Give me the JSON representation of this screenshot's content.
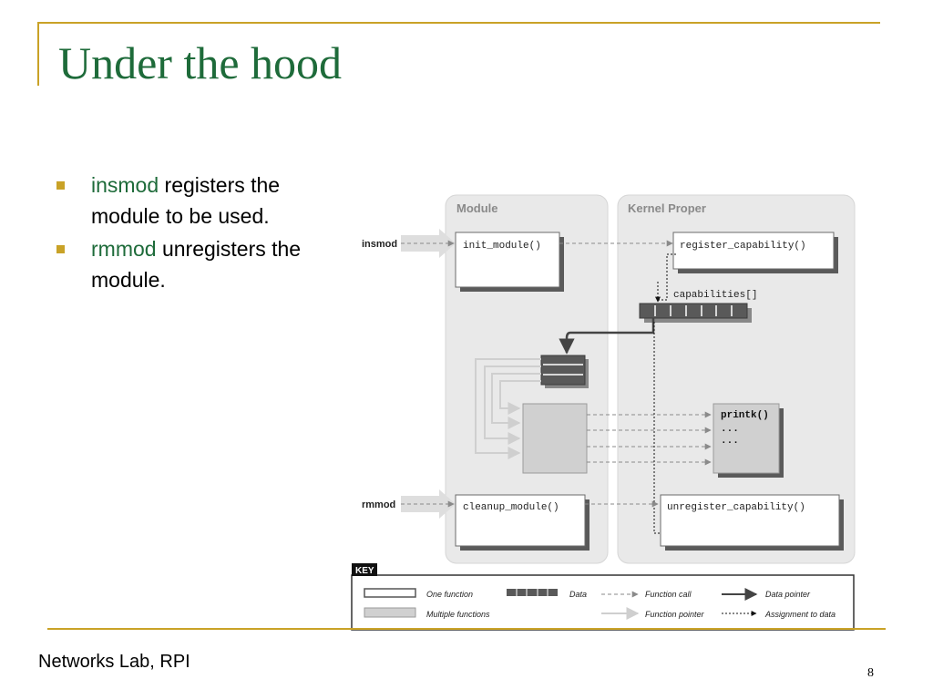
{
  "slide": {
    "title": "Under the hood",
    "footer": "Networks Lab, RPI",
    "page_number": "8"
  },
  "bullets": [
    {
      "keyword": "insmod",
      "text": " registers the module to be used."
    },
    {
      "keyword": "rmmod",
      "text": " unregisters the module."
    }
  ],
  "diagram": {
    "module_panel_label": "Module",
    "kernel_panel_label": "Kernel Proper",
    "insmod_label": "insmod",
    "rmmod_label": "rmmod",
    "init_module": "init_module()",
    "cleanup_module": "cleanup_module()",
    "register_capability": "register_capability()",
    "unregister_capability": "unregister_capability()",
    "capabilities": "capabilities[]",
    "printk": "printk()",
    "ellipsis": "...",
    "key": {
      "title": "KEY",
      "one_function": "One function",
      "multiple_functions": "Multiple functions",
      "data": "Data",
      "function_call": "Function call",
      "function_pointer": "Function pointer",
      "data_pointer": "Data pointer",
      "assignment_to_data": "Assignment to data"
    }
  },
  "colors": {
    "accent_gold": "#c9a227",
    "title_green": "#1e6b3a",
    "panel_gray": "#e9e9e9",
    "box_gray": "#d0d0d0",
    "data_dark": "#595959"
  }
}
